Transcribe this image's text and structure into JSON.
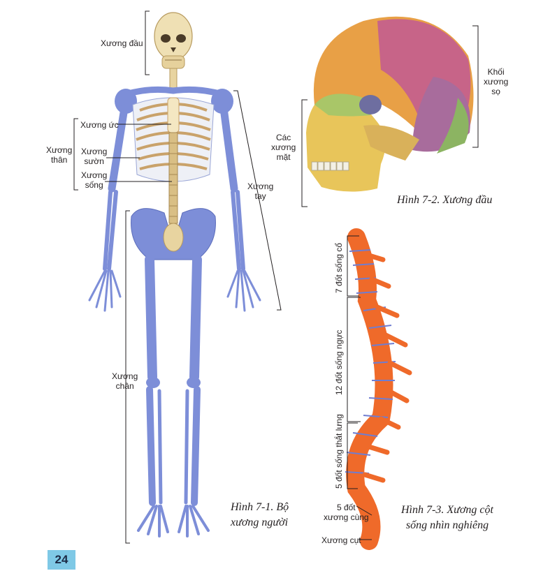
{
  "labels": {
    "skull": "Xương đầu",
    "sternum": "Xương ức",
    "trunk": "Xương\nthân",
    "ribs": "Xương\nsườn",
    "spine": "Xương\nsống",
    "arm": "Xương\ntay",
    "leg": "Xương\nchân",
    "cranium": "Khối\nxương\nsọ",
    "face": "Các\nxương\nmặt",
    "cervical": "7 đốt sống cổ",
    "thoracic": "12 đốt sống ngực",
    "lumbar": "5 đốt sống thắt lưng",
    "sacral": "5 đốt\nxương cùng",
    "coccyx": "Xương cụt"
  },
  "captions": {
    "fig1": "Hình 7-1. Bộ\nxương người",
    "fig2": "Hình 7-2. Xương đầu",
    "fig3": "Hình 7-3. Xương cột\nsống nhìn nghiêng"
  },
  "page_number": "24",
  "colors": {
    "bone_blue": "#7d8ed8",
    "bone_tan": "#e8d4a0",
    "spine_orange": "#ef6a2a",
    "page_badge": "#7fc9e6"
  }
}
